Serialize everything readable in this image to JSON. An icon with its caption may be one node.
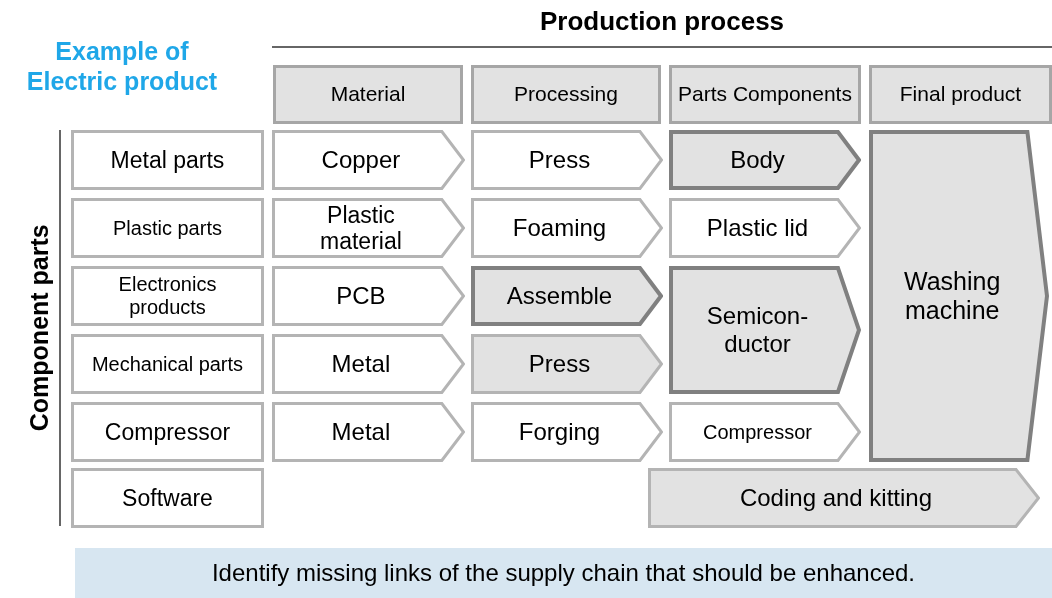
{
  "diagram": {
    "title": "Production process",
    "nodes": [
      {
        "text": [
          "Material"
        ]
      },
      {
        "text": [
          "Processing"
        ]
      },
      {
        "text": [
          "Parts Components"
        ]
      },
      {
        "text": [
          "Final product"
        ]
      },
      {
        "text": [
          "Metal parts"
        ]
      },
      {
        "text": [
          "Copper"
        ]
      },
      {
        "text": [
          "Press"
        ]
      },
      {
        "text": [
          "Body"
        ]
      },
      {
        "text": [
          "Washing machine"
        ]
      },
      {
        "text": [
          "Plastic parts"
        ]
      },
      {
        "text": [
          "Plastic material"
        ]
      },
      {
        "text": [
          "Foaming"
        ]
      },
      {
        "text": [
          "Plastic lid"
        ]
      },
      {
        "text": [
          "Electronics products"
        ]
      },
      {
        "text": [
          "PCB"
        ]
      },
      {
        "text": [
          "Assemble"
        ]
      },
      {
        "text": [
          "Semicon- ductor"
        ]
      },
      {
        "text": [
          "Mechanical parts"
        ]
      },
      {
        "text": [
          "Metal"
        ]
      },
      {
        "text": [
          "Press"
        ]
      },
      {
        "text": [
          "Compressor"
        ]
      },
      {
        "text": [
          "Metal"
        ]
      },
      {
        "text": [
          "Forging"
        ]
      },
      {
        "text": [
          "Compressor"
        ]
      },
      {
        "text": [
          "Software"
        ]
      },
      {
        "text": [
          "Coding and kitting"
        ]
      },
      {
        "text": [
          "Identify missing links of the supply chain that should be enhanced."
        ]
      }
    ],
    "labels": [
      "Example of Electric product",
      "Component parts"
    ]
  }
}
